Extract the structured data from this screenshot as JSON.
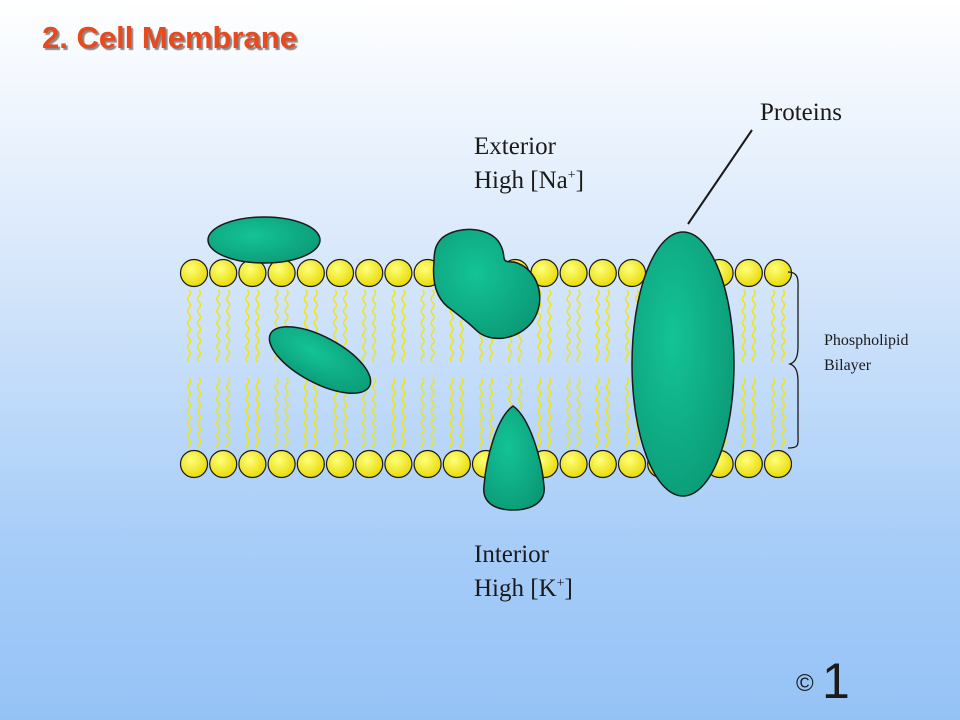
{
  "title": "2. Cell Membrane",
  "labels": {
    "exterior": "Exterior",
    "exterior_high": "High [Na",
    "exterior_ion_charge": "+",
    "exterior_close": "]",
    "interior": "Interior",
    "interior_high": "High [K",
    "interior_ion_charge": "+",
    "interior_close": "]",
    "proteins": "Proteins",
    "phospholipid": "Phospholipid",
    "bilayer": "Bilayer"
  },
  "footer": {
    "copyright_symbol": "©",
    "slide_number": "1"
  },
  "colors": {
    "title": "#e8491d",
    "head_fill": "#f2e600",
    "tail_color": "#f2e600",
    "protein_fill": "#0fae88",
    "outline": "#1a1a1a"
  },
  "diagram": {
    "head_count_per_row": 21,
    "proteins": [
      "top-oval",
      "tilted-oval",
      "blob",
      "drop",
      "transmembrane"
    ]
  }
}
